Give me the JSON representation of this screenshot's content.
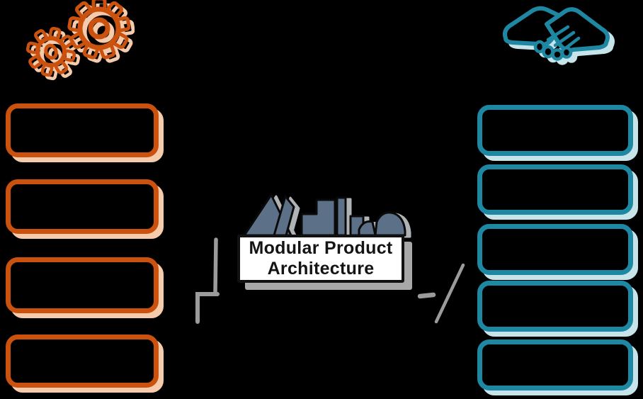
{
  "canvas": {
    "background": "#000000"
  },
  "left_column": {
    "icon": "gears-icon",
    "accent": "#cb520e",
    "shadow": "#f6cbac",
    "box_count": 4,
    "boxes": [
      "",
      "",
      "",
      ""
    ]
  },
  "right_column": {
    "icon": "handshake-icon",
    "accent": "#1e87a2",
    "shadow": "#c7e4ea",
    "box_count": 5,
    "boxes": [
      "",
      "",
      "",
      "",
      ""
    ]
  },
  "center": {
    "illustration": "building-blocks",
    "blocks_fill": "#5c7187",
    "blocks_shadow": "#b0b3b5",
    "label": {
      "line1": "Modular Product",
      "line2": "Architecture",
      "background": "#ffffff",
      "border": "#111111",
      "text_color": "#141414",
      "shadow": "#a8a8a8"
    }
  },
  "sketch_strokes": {
    "color": "#9b9b9b"
  }
}
